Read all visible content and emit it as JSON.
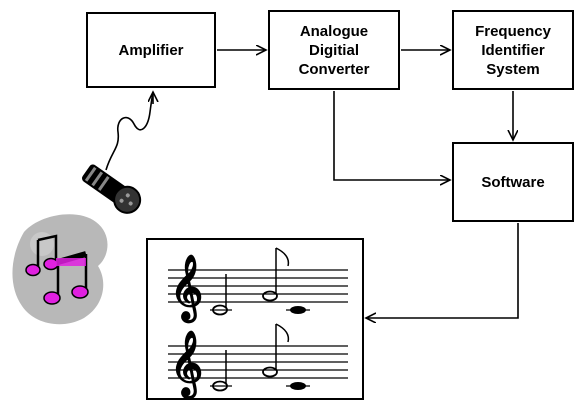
{
  "blocks": {
    "amplifier": "Amplifier",
    "adc": "Analogue\nDigitial\nConverter",
    "fis": "Frequency\nIdentifier\nSystem",
    "software": "Software"
  },
  "icons": {
    "microphone": "microphone-icon",
    "music_notes": "music-notes-icon",
    "sheet_music": "sheet-music-icon"
  },
  "colors": {
    "line": "#000000",
    "notes_magenta": "#e020e0",
    "blob_grey": "#b8b8b8"
  }
}
